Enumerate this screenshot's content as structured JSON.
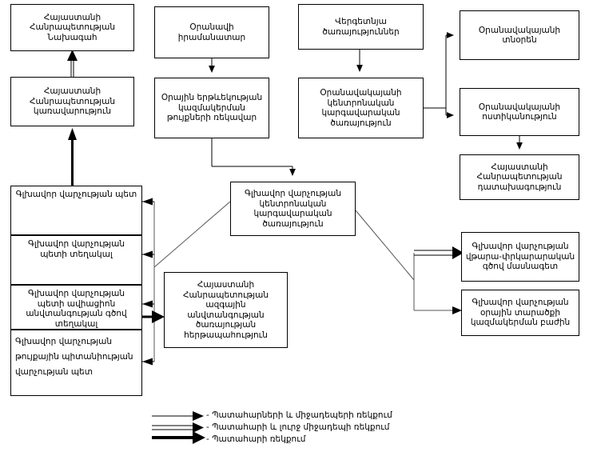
{
  "diagram": {
    "title": "Armenian Police / Road Police organizational structure chart",
    "boxes": {
      "president": "Հայաստանի Հանրապետության Նախագահ",
      "government": "Հայաստանի Հանրապետության կառավարություն",
      "road_fund": "Օրանավի իրամանատար",
      "road_traffic_safety_head": "Օրային երթևեկության կազմակերման թույքների ռեկավար",
      "vertical_services": "Վերգետնյա ծառայություններ",
      "central_admin_service": "Օրանավակայանի կենտրոնական կարգավարական ծառայություն",
      "airport_director": "Օրանավակայանի տնօրեն",
      "airport_police": "Օրանավակայանի ոստիկանություն",
      "prosecutor": "Հայաստանի Հանրապետության դատախագություն",
      "chief_head": "Գլխավոր վարչության պետ",
      "chief_deputy": "Գլխավոր վարչության պետի տեղակալ",
      "chief_deputy_ops": "Գլխավոր վարչության պետի ավիացիոն անվտանգության գծով տեղակալ",
      "chief_license_dept": "Գլխավոր վարչության թույքային պիտանիության վարչության պետ",
      "central_mgmt_service": "Գլխավոր վարչության կենտրոնական կարգավարական ծառայություն",
      "national_security": "Հայաստանի Հանրապետության ազգային անվտանգության ծառայության հերթապահություն",
      "analytic_specialist": "Գլխավոր վարչության վթարա-փրկարարական գծով մասնագետ",
      "daily_territory_dept": "Գլխավոր վարչության օրային տարածքի կազմակերման բաժին"
    },
    "legend": [
      {
        "style": "thin-single",
        "label": "- Պատահարների և միջադեպերի ռեկքում"
      },
      {
        "style": "double-line",
        "label": "- Պատահարի և լուրջ միջադեպի ռեկքում"
      },
      {
        "style": "thick-bold",
        "label": "- Պատահարի ռեկքում"
      }
    ],
    "colors": {
      "line": "#000000",
      "background": "#ffffff",
      "gray_line": "#808080"
    }
  }
}
